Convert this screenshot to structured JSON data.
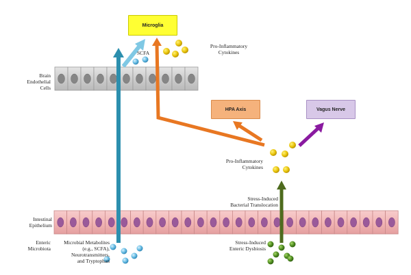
{
  "colors": {
    "microglia_fill": "#ffff33",
    "hpa_fill": "#f5b27c",
    "vagus_fill": "#d8c8e8",
    "brain_cell": "#cfcfcf",
    "brain_nucleus": "#8a8a8a",
    "gut_cell": "#f3bcbc",
    "gut_nucleus": "#9a5a9a",
    "teal_arrow": "#2c8fae",
    "light_blue_arrow": "#7fc8e4",
    "orange_arrow": "#e87722",
    "purple_arrow": "#8a1aa0",
    "green_arrow": "#4e6b1e",
    "yellow_dot": "#e8c60a",
    "blue_dot": "#5fb7e0",
    "green_dot": "#4c8a1e"
  },
  "boxes": {
    "microglia": "Microglia",
    "hpa_axis": "HPA Axis",
    "vagus_nerve": "Vagus Nerve"
  },
  "labels": {
    "brain_endothelial_cells": "Brain\nEndothelial\nCells",
    "scfa": "SCFA",
    "pro_inflammatory_top": "Pro-Inflammatory\nCytokines",
    "pro_inflammatory_mid": "Pro-Inflammatory\nCytokines",
    "stress_translocation": "Stress-Induced\nBacterial Translocation",
    "intestinal_epithelium": "Intestinal\nEpithelium",
    "enteric_microbiota": "Enteric\nMicrobiota",
    "microbial_metabolites": "Microbial  Metabolites\n(e.g., SCFA),\nNeurotransmitters,\nand Tryptophan",
    "stress_dysbiosis": "Stress-Induced\nEnteric Dysbiosis"
  },
  "icons": [
    "microbial-metabolite-dots",
    "cytokine-dots",
    "microbiota-dots"
  ]
}
